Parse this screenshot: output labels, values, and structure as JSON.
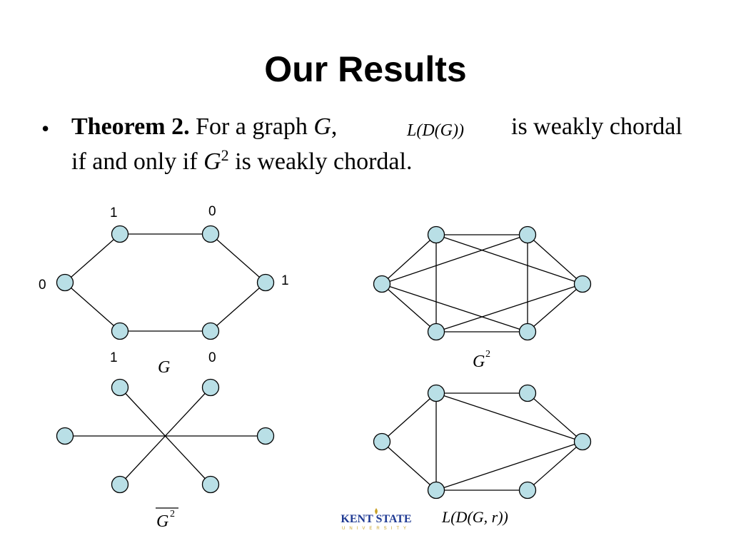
{
  "slide": {
    "title": "Our Results",
    "bullet": "•",
    "theorem": {
      "label": "Theorem 2.",
      "text_a": " For a graph ",
      "var_g": "G",
      "text_b": ",",
      "formula": "L(D(G))",
      "text_c": "is weakly chordal",
      "text_d": "if and only if ",
      "var_g2": "G",
      "sup2": "2",
      "text_e": " is weakly chordal."
    }
  },
  "graphs": {
    "g": {
      "caption": "G",
      "vertex_labels": [
        "1",
        "0",
        "0",
        "1",
        "1",
        "0"
      ]
    },
    "g_squared": {
      "caption": "G",
      "caption_sup": "2"
    },
    "g_squared_complement": {
      "caption": "G",
      "caption_sup": "2"
    },
    "ldgr": {
      "caption": "L(D(G, r))"
    }
  },
  "logo": {
    "name": "KENT STATE",
    "subtitle": "UNIVERSITY",
    "colors": {
      "blue": "#1f3a93",
      "gold": "#c9a227"
    }
  },
  "colors": {
    "vertex_fill": "#b9dfe6",
    "vertex_stroke": "#000000",
    "edge": "#000000"
  }
}
